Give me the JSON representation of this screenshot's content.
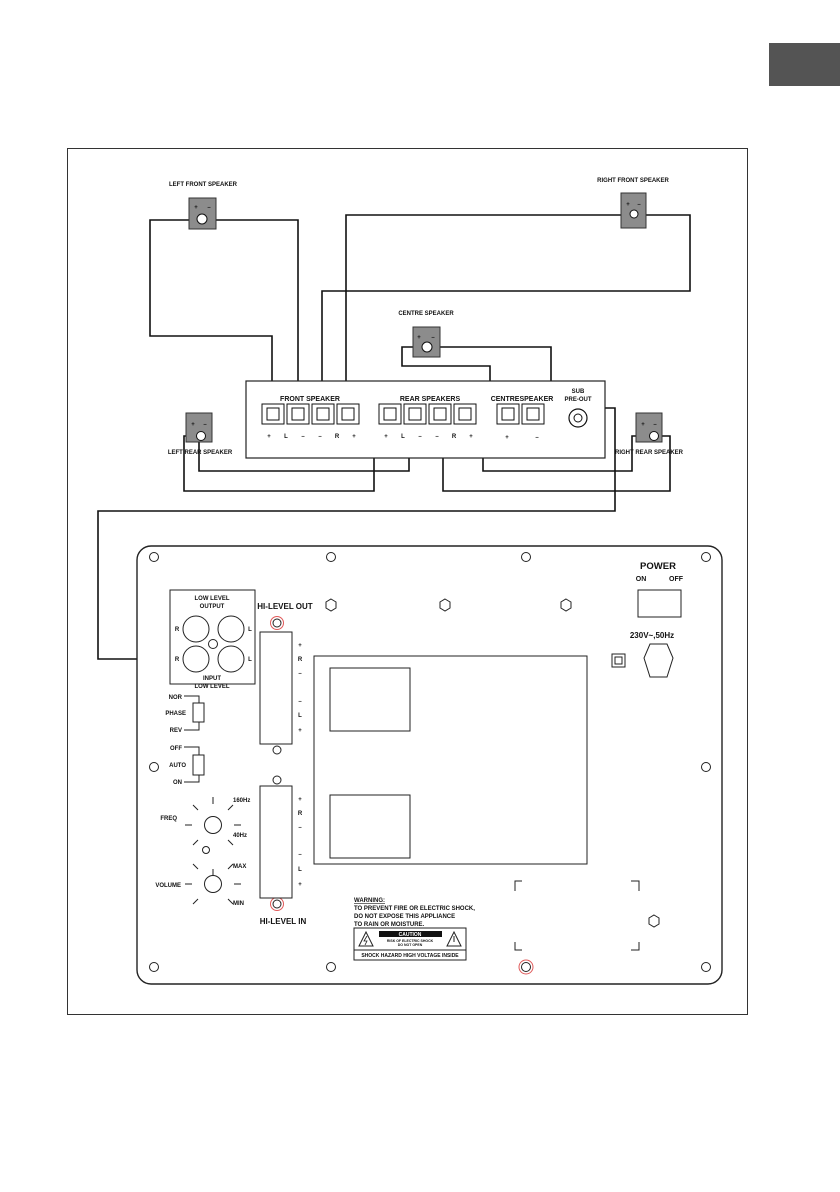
{
  "speakers": {
    "left_front": "LEFT FRONT SPEAKER",
    "right_front": "RIGHT FRONT SPEAKER",
    "centre": "CENTRE SPEAKER",
    "left_rear": "LEFT REAR SPEAKER",
    "right_rear": "RIGHT REAR SPEAKER",
    "polarity_plus": "+",
    "polarity_minus": "–"
  },
  "receiver": {
    "front_speaker": "FRONT SPEAKER",
    "rear_speakers": "REAR SPEAKERS",
    "centre_speaker": "CENTRESPEAKER",
    "sub_pre_out_1": "SUB",
    "sub_pre_out_2": "PRE-OUT",
    "front_terminals": [
      "+",
      "L",
      "–",
      "–",
      "R",
      "+"
    ],
    "rear_terminals": [
      "+",
      "L",
      "–",
      "–",
      "R",
      "+"
    ],
    "centre_terminals": [
      "+",
      "–"
    ]
  },
  "panel": {
    "power": "POWER",
    "on": "ON",
    "off": "OFF",
    "voltage": "230V~,50Hz",
    "low_level_output_1": "LOW LEVEL",
    "low_level_output_2": "OUTPUT",
    "input_low_level_1": "INPUT",
    "input_low_level_2": "LOW LEVEL",
    "rca_r": "R",
    "rca_l": "L",
    "hi_level_out": "HI-LEVEL OUT",
    "hi_level_in": "HI-LEVEL IN",
    "hi_terminals": [
      "+",
      "R",
      "–",
      "–",
      "L",
      "+"
    ],
    "phase": "PHASE",
    "nor": "NOR",
    "rev": "REV",
    "auto": "AUTO",
    "auto_off": "OFF",
    "auto_on": "ON",
    "freq": "FREQ",
    "freq_high": "160Hz",
    "freq_low": "40Hz",
    "volume": "VOLUME",
    "vol_max": "MAX",
    "vol_min": "MIN",
    "warning_title": "WARNING:",
    "warning_line1": "TO PREVENT FIRE OR ELECTRIC SHOCK,",
    "warning_line2": "DO NOT EXPOSE THIS APPLIANCE",
    "warning_line3": "TO RAIN OR MOISTURE.",
    "caution": "CAUTION",
    "caution_sub1": "RISK OF ELECTRIC SHOCK",
    "caution_sub2": "DO NOT OPEN",
    "shock_hazard": "SHOCK HAZARD HIGH VOLTAGE INSIDE"
  }
}
